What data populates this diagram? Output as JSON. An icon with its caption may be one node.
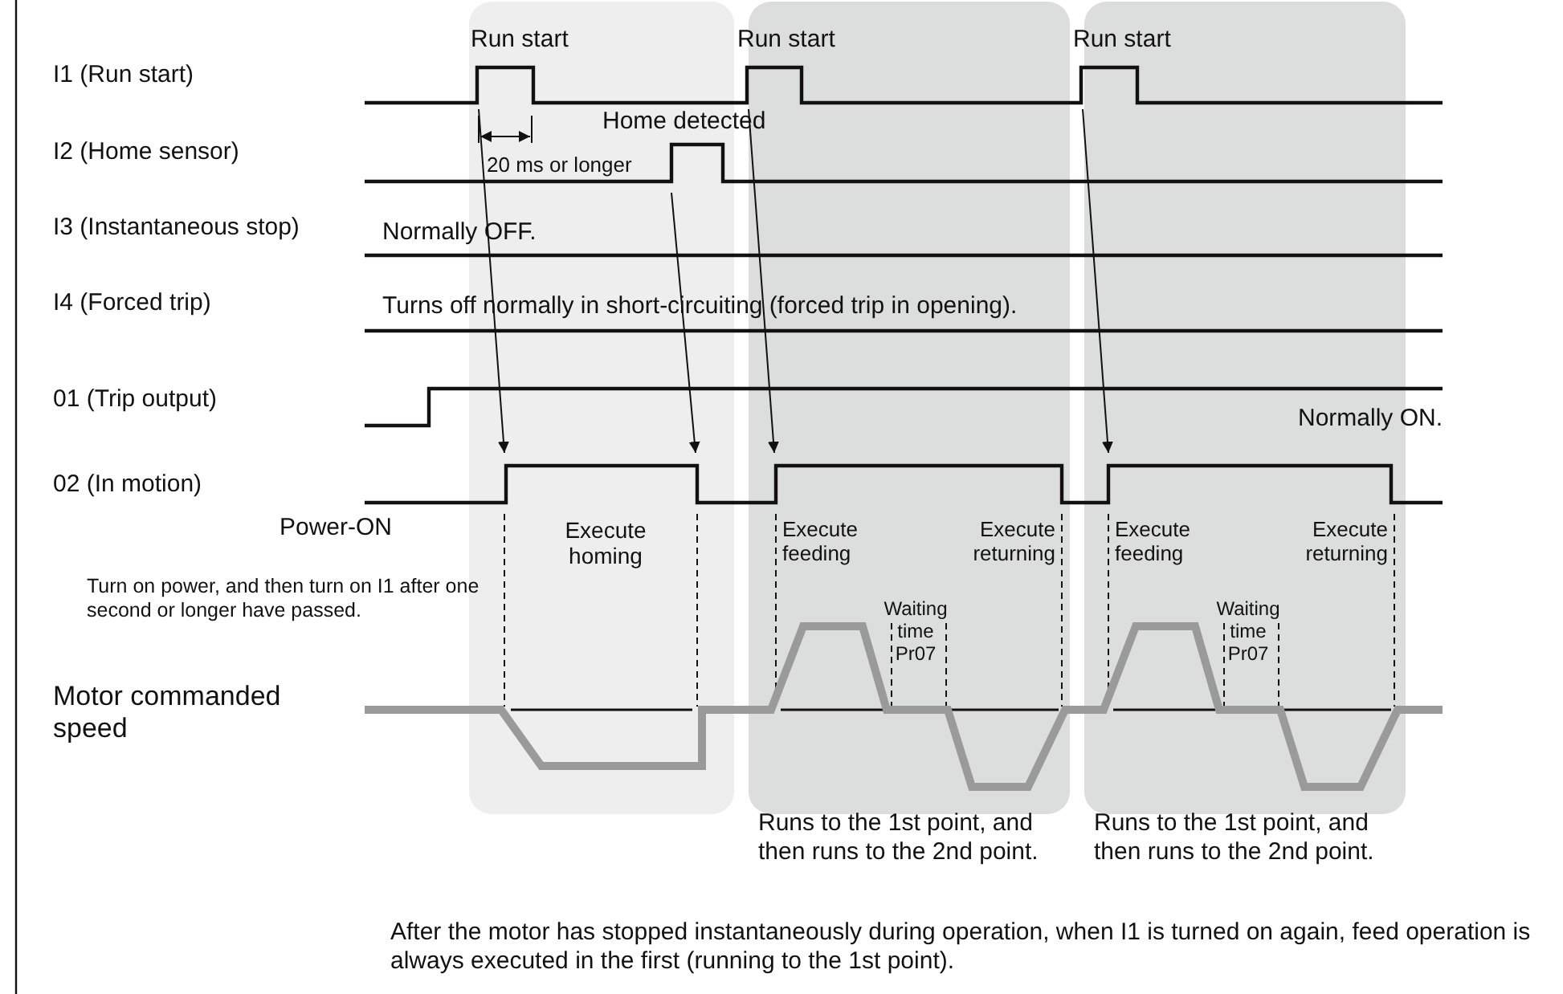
{
  "diagram": {
    "labels": [
      "Run start",
      "Run start",
      "Run start",
      "I1 (Run start)",
      "Home detected",
      "I2 (Home sensor)",
      "20 ms or longer",
      "I3 (Instantaneous stop)",
      "Normally OFF.",
      "I4 (Forced trip)",
      "Turns off normally in short-circuiting (forced trip in opening).",
      "01 (Trip output)",
      "Normally ON.",
      "02 (In motion)",
      "Power-ON",
      "Execute homing",
      "Execute feeding",
      "Execute returning",
      "Execute feeding",
      "Execute returning",
      "Turn on power, and then turn on I1 after one second or longer have passed.",
      "Waiting time Pr07",
      "Waiting time Pr07",
      "Motor commanded speed",
      "Runs to the 1st point, and then runs to the 2nd point.",
      "Runs to the 1st point, and then runs to the 2nd point.",
      "After the motor has stopped instantaneously during operation, when I1 is turned on again, feed operation is always executed in the first (running to the 1st point)."
    ]
  }
}
